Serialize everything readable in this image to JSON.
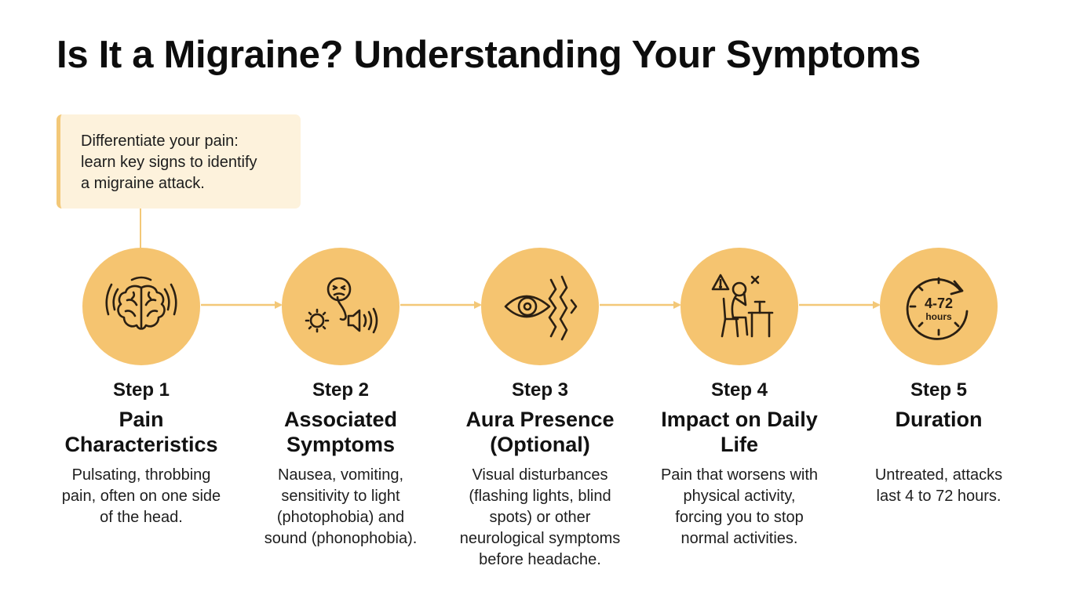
{
  "header": {
    "title": "Is It a Migraine? Understanding Your Symptoms"
  },
  "callout": {
    "lines": [
      "Differentiate your pain:",
      "learn key signs to identify",
      "a migraine attack."
    ]
  },
  "colors": {
    "accent": "#f5c470",
    "callout_bg": "#fdf2dc",
    "connector": "#f3c878",
    "icon_stroke": "#2a1f12"
  },
  "steps": [
    {
      "number": "Step 1",
      "title_lines": [
        "Pain",
        "Characteristics"
      ],
      "desc_lines": [
        "Pulsating, throbbing",
        "pain, often on one side",
        "of the head."
      ],
      "icon": "brain-icon"
    },
    {
      "number": "Step 2",
      "title_lines": [
        "Associated",
        "Symptoms"
      ],
      "desc_lines": [
        "Nausea, vomiting,",
        "sensitivity to light",
        "(photophobia) and",
        "sound (phonophobia)."
      ],
      "icon": "nausea-light-sound-icon"
    },
    {
      "number": "Step 3",
      "title_lines": [
        "Aura Presence",
        "(Optional)"
      ],
      "desc_lines": [
        "Visual disturbances",
        "(flashing lights, blind",
        "spots) or other",
        "neurological symptoms",
        "before headache."
      ],
      "icon": "eye-aura-icon"
    },
    {
      "number": "Step 4",
      "title_lines": [
        "Impact on Daily",
        "Life"
      ],
      "desc_lines": [
        "Pain that worsens with",
        "physical activity,",
        "forcing you to stop",
        "normal activities."
      ],
      "icon": "person-at-desk-icon"
    },
    {
      "number": "Step 5",
      "title_lines": [
        "Duration"
      ],
      "desc_lines": [
        "Untreated, attacks",
        "last 4 to 72 hours."
      ],
      "icon": "clock-icon",
      "icon_text": {
        "main": "4-72",
        "sub": "hours"
      }
    }
  ]
}
